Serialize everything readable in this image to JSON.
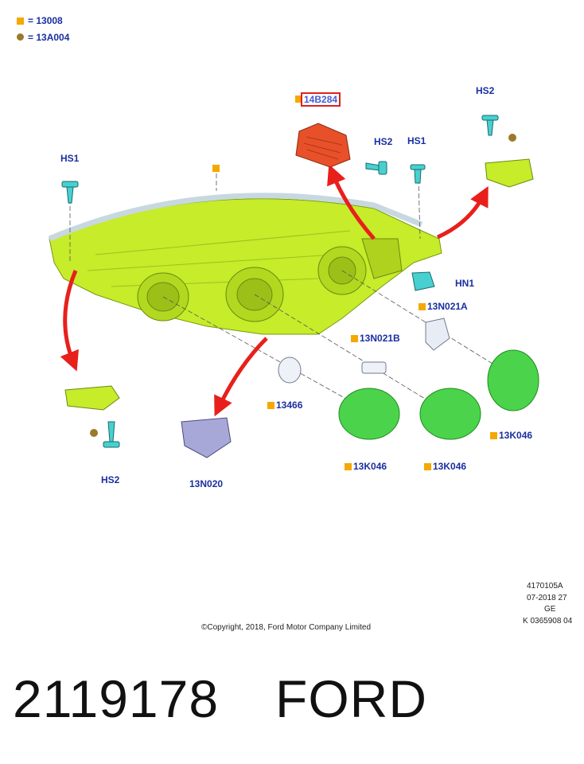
{
  "legend": [
    {
      "symbol": "square",
      "label": "= 13008"
    },
    {
      "symbol": "dot",
      "label": "= 13A004"
    }
  ],
  "parts": {
    "p14B284": "14B284",
    "hs2_top_right": "HS2",
    "hs2_mid": "HS2",
    "hs1_mid": "HS1",
    "hs1_left": "HS1",
    "hn1": "HN1",
    "n021a": "13N021A",
    "n021b": "13N021B",
    "p13466": "13466",
    "k046_a": "13K046",
    "k046_b": "13K046",
    "k046_c": "13K046",
    "hs2_bottom": "HS2",
    "n020": "13N020"
  },
  "meta": {
    "code": "4170105A",
    "date": "07-2018 27",
    "lang": "GE",
    "ref": "K 0365908 04"
  },
  "copyright": "©Copyright, 2018, Ford Motor Company Limited",
  "footer": {
    "part_number": "2119178",
    "brand": "FORD"
  },
  "colors": {
    "housing": "#c6ec2a",
    "cap": "#4bd44b",
    "arrow": "#e8201c",
    "screw": "#48d0d0",
    "module": "#e8502a",
    "label": "#1a2fa0"
  }
}
